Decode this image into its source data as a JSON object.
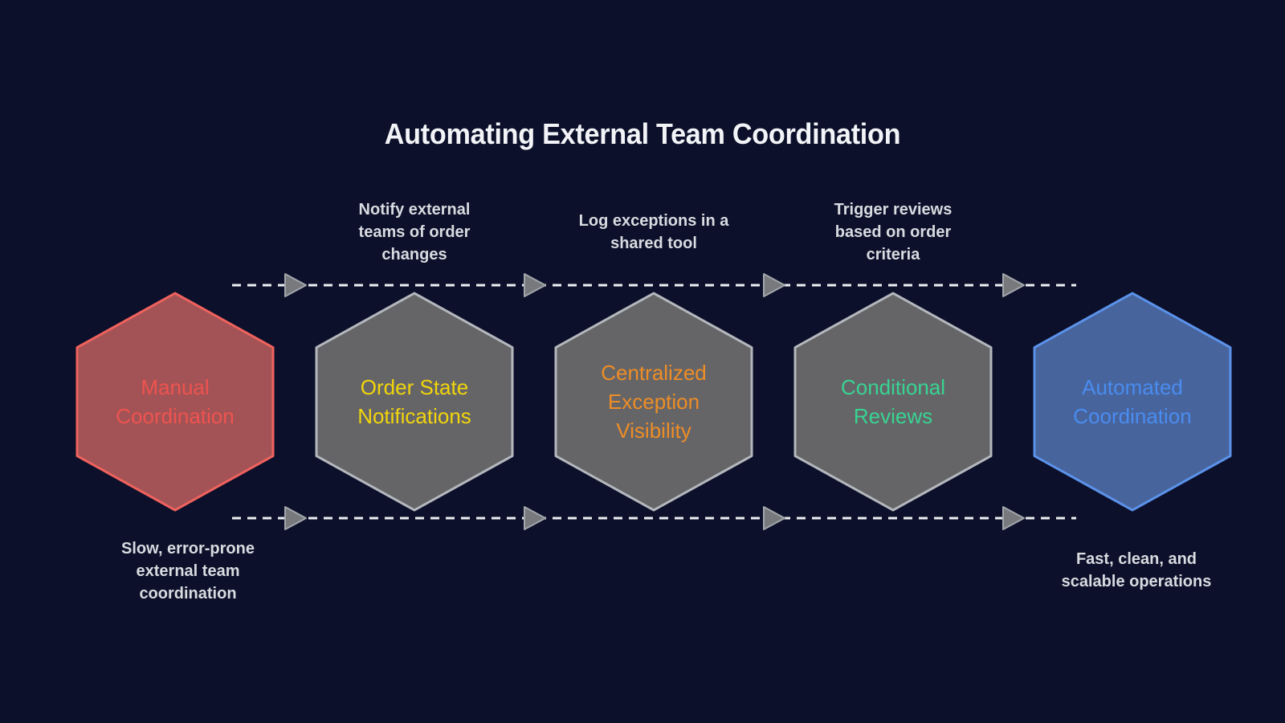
{
  "title": "Automating External Team Coordination",
  "colors": {
    "background": "#0c102a",
    "title_text": "#f2f4f7",
    "annotation_text": "#d8dbe0",
    "dash_line": "#edeff3",
    "arrowhead_fill": "#77797c",
    "arrowhead_stroke": "#a2a7ac"
  },
  "steps": [
    {
      "label": "Manual Coordination",
      "fill": "#a35355",
      "stroke": "#f0625e",
      "text_color": "#ee5350"
    },
    {
      "label": "Order State Notifications",
      "fill": "#656568",
      "stroke": "#b4b8bd",
      "text_color": "#f2d50b"
    },
    {
      "label": "Centralized Exception Visibility",
      "fill": "#656568",
      "stroke": "#b4b8bd",
      "text_color": "#ee8d26"
    },
    {
      "label": "Conditional Reviews",
      "fill": "#656568",
      "stroke": "#b4b8bd",
      "text_color": "#38d492"
    },
    {
      "label": "Automated Coordination",
      "fill": "#47649c",
      "stroke": "#5b92ea",
      "text_color": "#4a8cf0"
    }
  ],
  "transitions": [
    {
      "label_lines": [
        "Notify external",
        "teams of order",
        "changes"
      ]
    },
    {
      "label_lines": [
        "Log exceptions in a",
        "shared tool"
      ]
    },
    {
      "label_lines": [
        "Trigger reviews",
        "based on order",
        "criteria"
      ]
    }
  ],
  "notes": {
    "start": [
      "Slow, error-prone",
      "external team",
      "coordination"
    ],
    "end": [
      "Fast, clean, and",
      "scalable operations"
    ]
  }
}
